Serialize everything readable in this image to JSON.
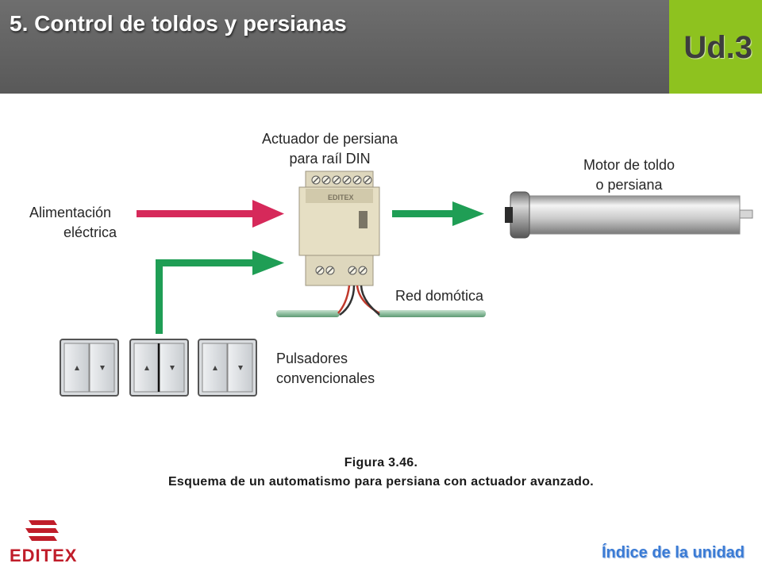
{
  "header": {
    "title": "5. Control de toldos y persianas",
    "unit": "Ud.3"
  },
  "diagram": {
    "power_label": [
      "Alimentación",
      "eléctrica"
    ],
    "actuator_label": [
      "Actuador de persiana",
      "para raíl DIN"
    ],
    "actuator_brand": "EDITEX",
    "motor_label": [
      "Motor de toldo",
      "o persiana"
    ],
    "bus_label": "Red domótica",
    "buttons_label": [
      "Pulsadores",
      "convencionales"
    ],
    "colors": {
      "power_arrow": "#d6295a",
      "control_arrow": "#1f9e55",
      "bus_cable": "#8fbfa0"
    }
  },
  "caption": {
    "figure": "Figura 3.46.",
    "text": "Esquema de un automatismo para persiana con actuador avanzado."
  },
  "footer": {
    "logo_text": "EDITEX",
    "index_link": "Índice de la unidad"
  }
}
